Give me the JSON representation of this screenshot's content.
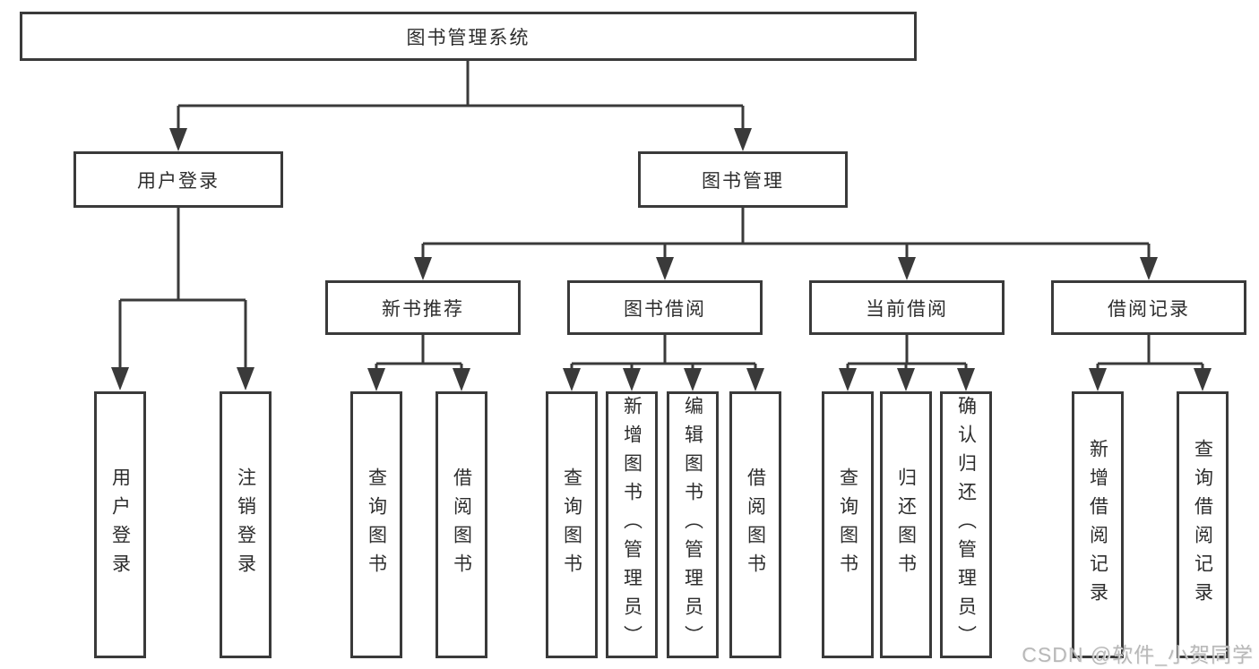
{
  "diagram_title": "图书管理系统",
  "tree": {
    "root": {
      "label": "图书管理系统"
    },
    "branches": [
      {
        "label": "用户登录",
        "children": [
          {
            "label": "用户登录"
          },
          {
            "label": "注销登录"
          }
        ]
      },
      {
        "label": "图书管理",
        "children": [
          {
            "label": "新书推荐",
            "children": [
              {
                "label": "查询图书"
              },
              {
                "label": "借阅图书"
              }
            ]
          },
          {
            "label": "图书借阅",
            "children": [
              {
                "label": "查询图书"
              },
              {
                "label": "新增图书（管理员）"
              },
              {
                "label": "编辑图书（管理员）"
              },
              {
                "label": "借阅图书"
              }
            ]
          },
          {
            "label": "当前借阅",
            "children": [
              {
                "label": "查询图书"
              },
              {
                "label": "归还图书"
              },
              {
                "label": "确认归还（管理员）"
              }
            ]
          },
          {
            "label": "借阅记录",
            "children": [
              {
                "label": "新增借阅记录"
              },
              {
                "label": "查询借阅记录"
              }
            ]
          }
        ]
      }
    ]
  },
  "watermark": "CSDN @软件_小贺同学",
  "colors": {
    "line": "#3a3a3a",
    "box_border": "#3a3a3a",
    "text": "#2d2d2d",
    "background": "#ffffff",
    "watermark": "#b5b5b5"
  }
}
